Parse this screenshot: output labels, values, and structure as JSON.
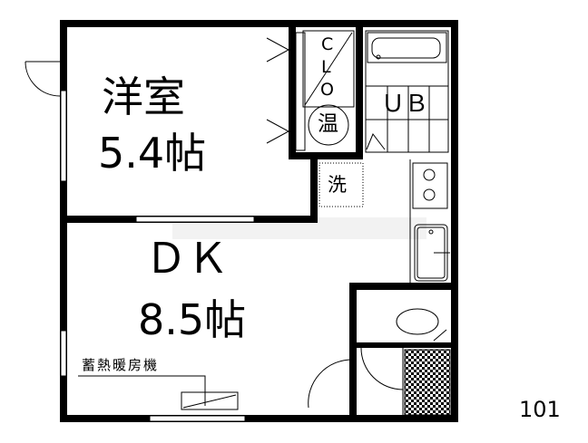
{
  "floorplan": {
    "unit_number": "101",
    "rooms": {
      "western_room": {
        "name": "洋室",
        "size": "5.4帖"
      },
      "dining_kitchen": {
        "name": "ＤＫ",
        "size": "8.5帖"
      },
      "closet": {
        "label_c": "C",
        "label_l": "L",
        "label_o": "O"
      },
      "unit_bath": {
        "label": "ＵＢ"
      },
      "water_heater": {
        "label": "温"
      },
      "washer": {
        "label": "洗"
      }
    },
    "heater_label": "蓄熱暖房機",
    "colors": {
      "wall": "#000000",
      "background": "#ffffff"
    }
  }
}
